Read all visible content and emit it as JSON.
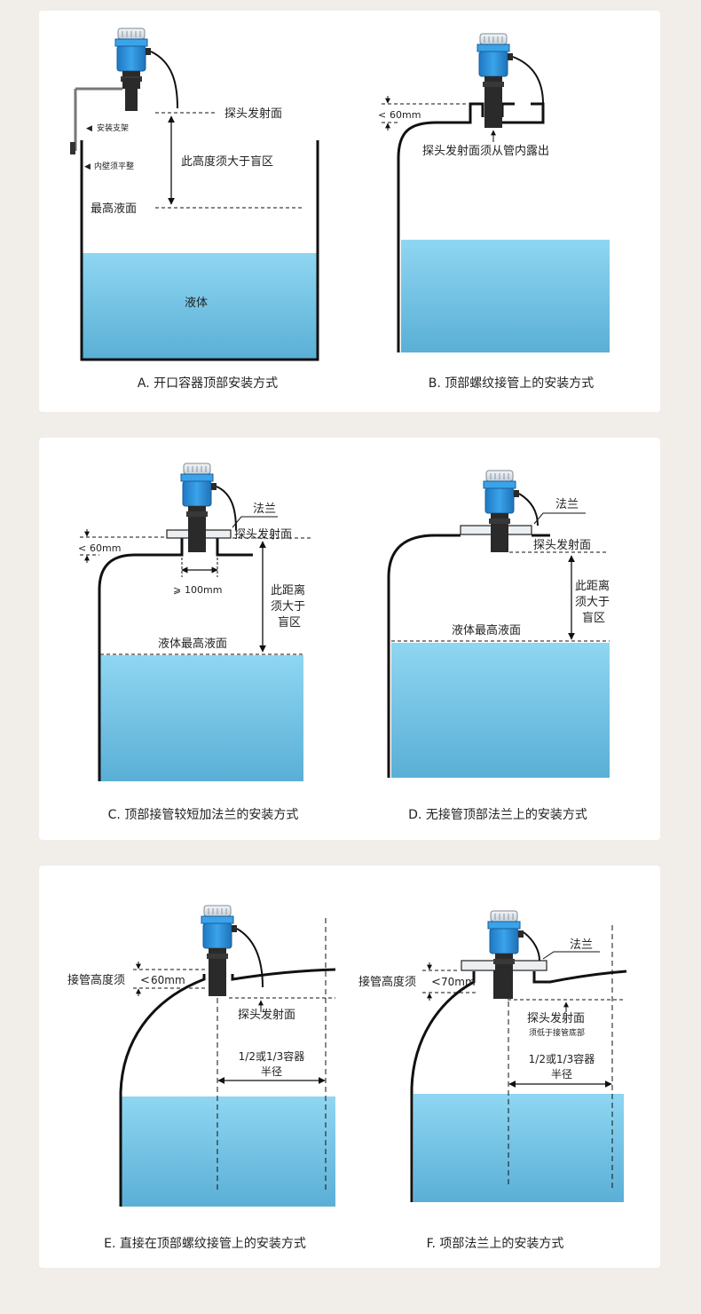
{
  "panels": {
    "a": {
      "caption": "A. 开口容器顶部安装方式",
      "label_emit_face": "探头发射面",
      "label_bracket": "安装支架",
      "label_wall": "内壁须平整",
      "label_height_note": "此高度须大于盲区",
      "label_max_level": "最高液面",
      "label_liquid": "液体"
    },
    "b": {
      "caption": "B. 顶部螺纹接管上的安装方式",
      "label_60mm": "60mm",
      "label_expose": "探头发射面须从管内露出"
    },
    "c": {
      "caption": "C. 顶部接管较短加法兰的安装方式",
      "label_flange": "法兰",
      "label_emit_face": "探头发射面",
      "label_60mm": "60mm",
      "label_100mm": "100mm",
      "label_dist_1": "此距离",
      "label_dist_2": "须大于",
      "label_dist_3": "盲区",
      "label_max_level": "液体最高液面"
    },
    "d": {
      "caption": "D. 无接管顶部法兰上的安装方式",
      "label_flange": "法兰",
      "label_emit_face": "探头发射面",
      "label_dist_1": "此距离",
      "label_dist_2": "须大于",
      "label_dist_3": "盲区",
      "label_max_level": "液体最高液面"
    },
    "e": {
      "caption": "E. 直接在顶部螺纹接管上的安装方式",
      "label_pipe_height": "接管高度须",
      "label_60mm": "60mm",
      "label_emit_face": "探头发射面",
      "label_radius_1": "1/2或1/3容器",
      "label_radius_2": "半径"
    },
    "f": {
      "caption": "F. 项部法兰上的安装方式",
      "label_flange": "法兰",
      "label_pipe_height": "接管高度须",
      "label_70mm": "70mm",
      "label_emit_face": "探头发射面",
      "label_below_pipe": "须低于接管底部",
      "label_radius_1": "1/2或1/3容器",
      "label_radius_2": "半径"
    }
  },
  "colors": {
    "probe_blue": "#2a8fd8",
    "water_top": "#8fd6f2",
    "water_bottom": "#5aafd6",
    "card_bg": "#ffffff",
    "page_bg": "#f1ede9"
  }
}
